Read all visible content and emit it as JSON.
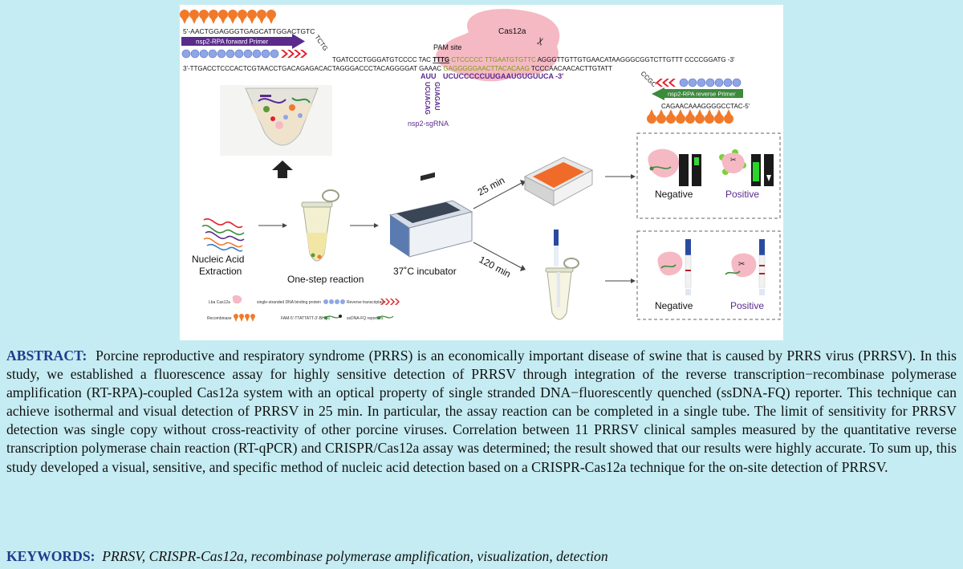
{
  "figure": {
    "top_strand": "5'-AACTGGAGGGTGAGCATTGGACTGTC",
    "top_loop": "TCTG",
    "top_target": "TGATCCCTGGGATGTCCCC TAC",
    "pam_top": "TTTG",
    "top_match": "CTCCCCC TTGAATGTGTTC",
    "top_tail": "AGGGTTGTTGTGAACATAAGGGCGGTCTTGTTT CCCCGGATG -3'",
    "bottom_strand": "3'-TTGACCTCCCACTCGTAACCTGACAGAGACACTAGGGACCCTACAGGGGAT",
    "bottom_mid": "GAAAC",
    "bottom_match": "GAGGGGGAACTTACACAAG",
    "bottom_tail": "TCCCAACAACACTTGTATT",
    "bottom_loop": "CCGC",
    "reverse_primer_seq": "CAGAACAAAGGGGCCTAC-5'",
    "forward_primer_label": "nsp2-RPA forward Primer",
    "reverse_primer_label": "nsp2-RPA reverse Primer",
    "pam_label": "PAM site",
    "cas_label": "Cas12a",
    "crrna_left": "AUU",
    "crrna_seq": "UCUCCCCCUUGAAUGUGUUCA -3'",
    "crrna_stem_left": "UCUACAG",
    "crrna_stem_right": "GUAGAU",
    "sgrna_label": "nsp2-sgRNA",
    "extraction_label_1": "Nucleic Acid",
    "extraction_label_2": "Extraction",
    "reaction_label": "One-step reaction",
    "incubator_label": "37˚C incubator",
    "time_short": "25 min",
    "time_long": "120 min",
    "negative_label": "Negative",
    "positive_label": "Positive",
    "legend": {
      "cas": "Lba Cas12a",
      "ssb": "single-stranded DNA binding protein",
      "rt": "Reverse transcriptase",
      "recombinase": "Recombinase",
      "fam": "FAM-5'-TTATTATT-3'-BHQ1",
      "ssdna": "ssDNA-FQ reporters"
    }
  },
  "abstract": {
    "label": "ABSTRACT:",
    "text": "Porcine reproductive and respiratory syndrome (PRRS) is an economically important disease of swine that is caused by PRRS virus (PRRSV). In this study, we established a fluorescence assay for highly sensitive detection of PRRSV through integration of the reverse transcription−recombinase polymerase amplification (RT-RPA)-coupled Cas12a system with an optical property of single stranded DNA−fluorescently quenched (ssDNA-FQ) reporter. This technique can achieve isothermal and visual detection of PRRSV in 25 min. In particular, the assay reaction can be completed in a single tube. The limit of sensitivity for PRRSV detection was single copy without cross-reactivity of other porcine viruses. Correlation between 11 PRRSV clinical samples measured by the quantitative reverse transcription polymerase chain reaction (RT-qPCR) and CRISPR/Cas12a assay was determined; the result showed that our results were highly accurate. To sum up, this study developed a visual, sensitive, and specific method of nucleic acid detection based on a CRISPR-Cas12a technique for the on-site detection of PRRSV."
  },
  "keywords": {
    "label": "KEYWORDS:",
    "text": "PRRSV, CRISPR-Cas12a, recombinase polymerase amplification, visualization, detection"
  },
  "colors": {
    "background": "#c5ecf2",
    "label": "#1f3c8c",
    "cas": "#f5b9c4",
    "recombinase": "#f07a2a",
    "ssb": "#8fa6e6",
    "forward_primer": "#5a2a8c",
    "reverse_primer": "#3c8a3c",
    "rt_chevron": "#e0202a",
    "positive": "#5a2a8c"
  }
}
